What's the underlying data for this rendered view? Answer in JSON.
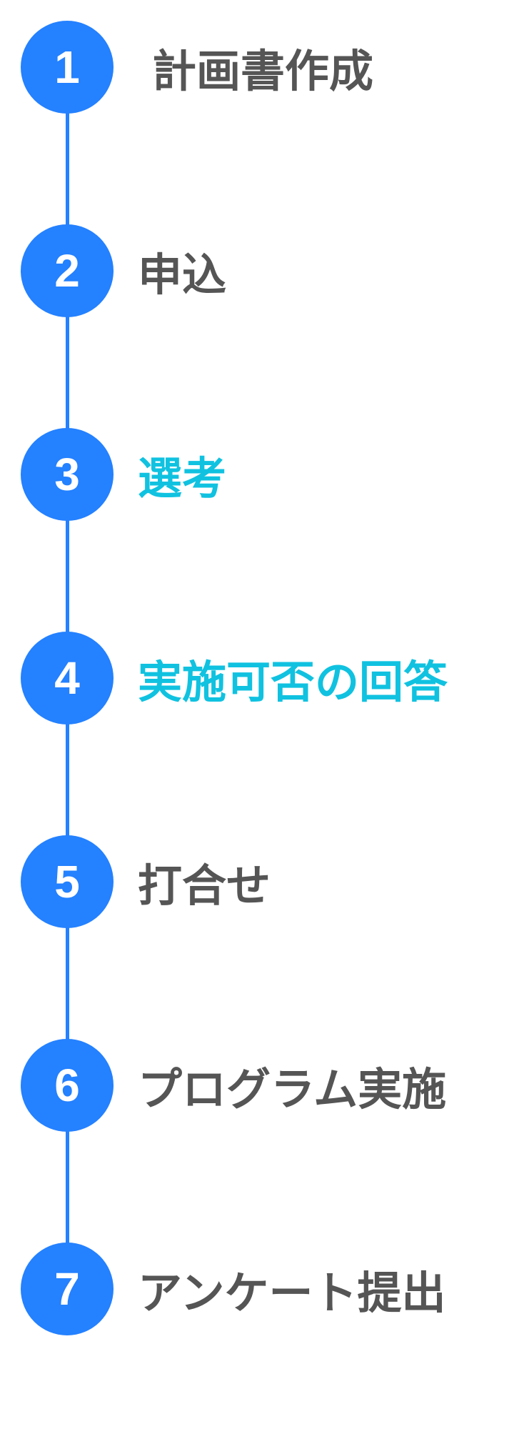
{
  "colors": {
    "circle": "#2481FF",
    "text": "#555555",
    "highlight": "#10C2E0"
  },
  "steps": [
    {
      "number": "1",
      "label": "計画書作成",
      "highlight": false
    },
    {
      "number": "2",
      "label": "申込",
      "highlight": false
    },
    {
      "number": "3",
      "label": "選考",
      "highlight": true
    },
    {
      "number": "4",
      "label": "実施可否の回答",
      "highlight": true
    },
    {
      "number": "5",
      "label": "打合せ",
      "highlight": false
    },
    {
      "number": "6",
      "label": "プログラム実施",
      "highlight": false
    },
    {
      "number": "7",
      "label": "アンケート提出",
      "highlight": false
    }
  ]
}
